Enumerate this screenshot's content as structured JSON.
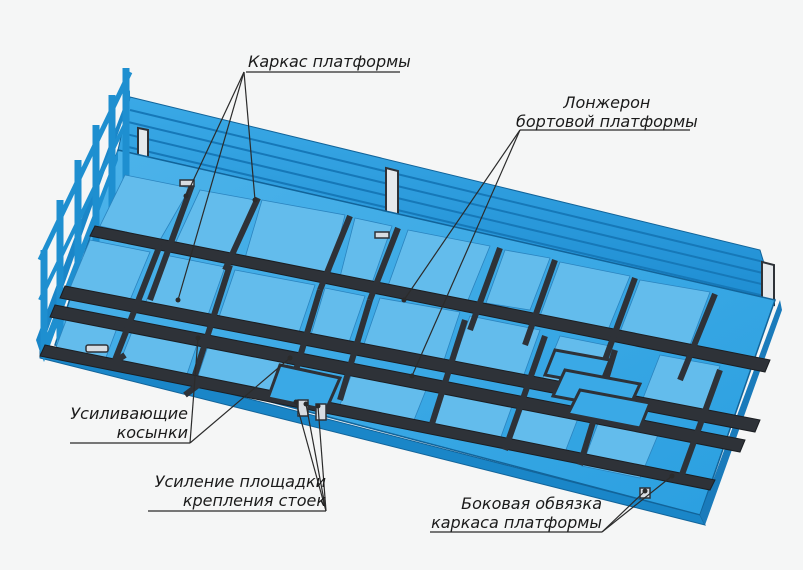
{
  "labels": {
    "platform_frame": "Каркас платформы",
    "longeron": [
      "Лонжерон",
      "бортовой платформы"
    ],
    "gussets": [
      "Усиливающие",
      "косынки"
    ],
    "stake_mount": [
      "Усиление площадки",
      "крепления стоек"
    ],
    "side_binding": [
      "Боковая обвязка",
      "каркаса платформы"
    ]
  },
  "colors": {
    "platform_blue": "#2a9fe0",
    "panel_light": "#5cb8ea",
    "panel_mid": "#3ea8e4",
    "side_dark": "#1a86c8",
    "beam": "#2e3238",
    "beam_edge": "#1b1e22",
    "leader": "#2b2b2b",
    "text": "#1b1b1b",
    "background": "#f5f6f6"
  }
}
